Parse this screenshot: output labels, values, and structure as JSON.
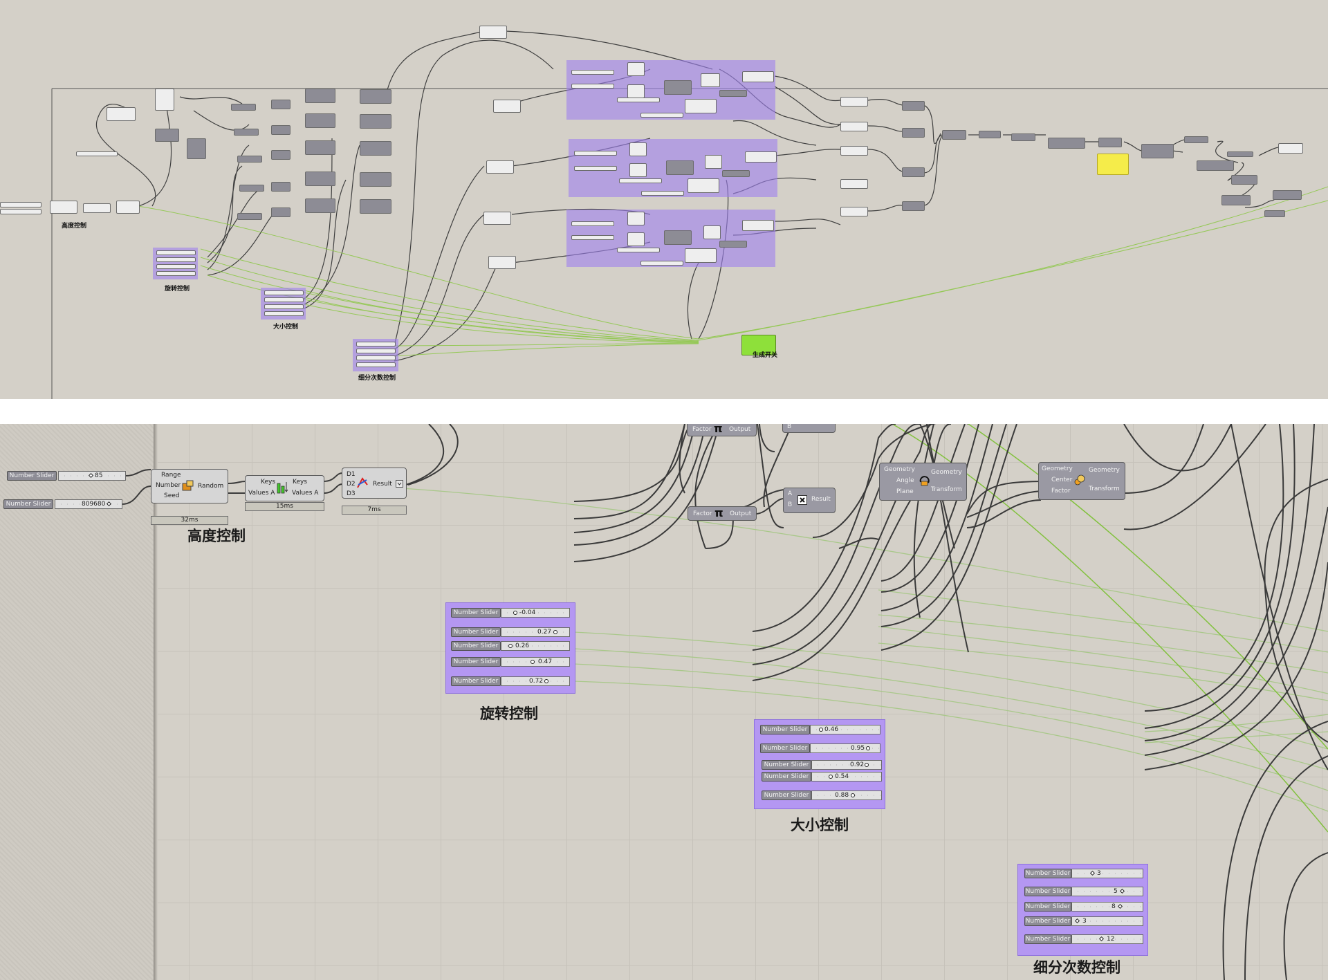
{
  "overview": {
    "label_height": "高度控制",
    "label_rotation": "旋转控制",
    "label_size": "大小控制",
    "label_subdiv": "细分次数控制",
    "label_switch": "生成开关"
  },
  "detail": {
    "height_group": {
      "title": "高度控制",
      "sliders": [
        {
          "name": "Number Slider",
          "value": "85"
        },
        {
          "name": "Number Slider",
          "value": "809680"
        }
      ],
      "random": {
        "in1": "Range",
        "in2": "Number",
        "in3": "Seed",
        "out": "Random",
        "time": "32ms"
      },
      "sort": {
        "in1": "Keys",
        "in2": "Values A",
        "out1": "Keys",
        "out2": "Values A",
        "time": "15ms"
      },
      "graph": {
        "in1": "D1",
        "in2": "D2",
        "in3": "D3",
        "out": "Result",
        "time": "7ms"
      }
    },
    "pi_top": {
      "in": "Factor",
      "out": "Output"
    },
    "pi_mid": {
      "in": "Factor",
      "out": "Output"
    },
    "mult": {
      "in1": "A",
      "in2": "B",
      "out": "Result"
    },
    "mult_top": {
      "in2": "B"
    },
    "rotate": {
      "in1": "Geometry",
      "in2": "Angle",
      "in3": "Plane",
      "out1": "Geometry",
      "out2": "Transform"
    },
    "scale": {
      "in1": "Geometry",
      "in2": "Center",
      "in3": "Factor",
      "out1": "Geometry",
      "out2": "Transform"
    },
    "rotation_group": {
      "title": "旋转控制",
      "sliders": [
        {
          "name": "Number Slider",
          "value": "-0.04"
        },
        {
          "name": "Number Slider",
          "value": "0.27"
        },
        {
          "name": "Number Slider",
          "value": "0.26"
        },
        {
          "name": "Number Slider",
          "value": "0.47"
        },
        {
          "name": "Number Slider",
          "value": "0.72"
        }
      ]
    },
    "size_group": {
      "title": "大小控制",
      "sliders": [
        {
          "name": "Number Slider",
          "value": "0.46"
        },
        {
          "name": "Number Slider",
          "value": "0.95"
        },
        {
          "name": "Number Slider",
          "value": "0.92"
        },
        {
          "name": "Number Slider",
          "value": "0.54"
        },
        {
          "name": "Number Slider",
          "value": "0.88"
        }
      ]
    },
    "subdiv_group": {
      "title": "细分次数控制",
      "sliders": [
        {
          "name": "Number Slider",
          "value": "3"
        },
        {
          "name": "Number Slider",
          "value": "5"
        },
        {
          "name": "Number Slider",
          "value": "8"
        },
        {
          "name": "Number Slider",
          "value": "3"
        },
        {
          "name": "Number Slider",
          "value": "12"
        }
      ]
    }
  },
  "colors": {
    "canvas": "#d4d0c8",
    "group_purple": "#b497f2",
    "wire_dark": "#3a3a3a",
    "wire_green": "#8cc34a",
    "toggle_green": "#8ee03a",
    "panel_yellow": "#f5ec4a"
  }
}
